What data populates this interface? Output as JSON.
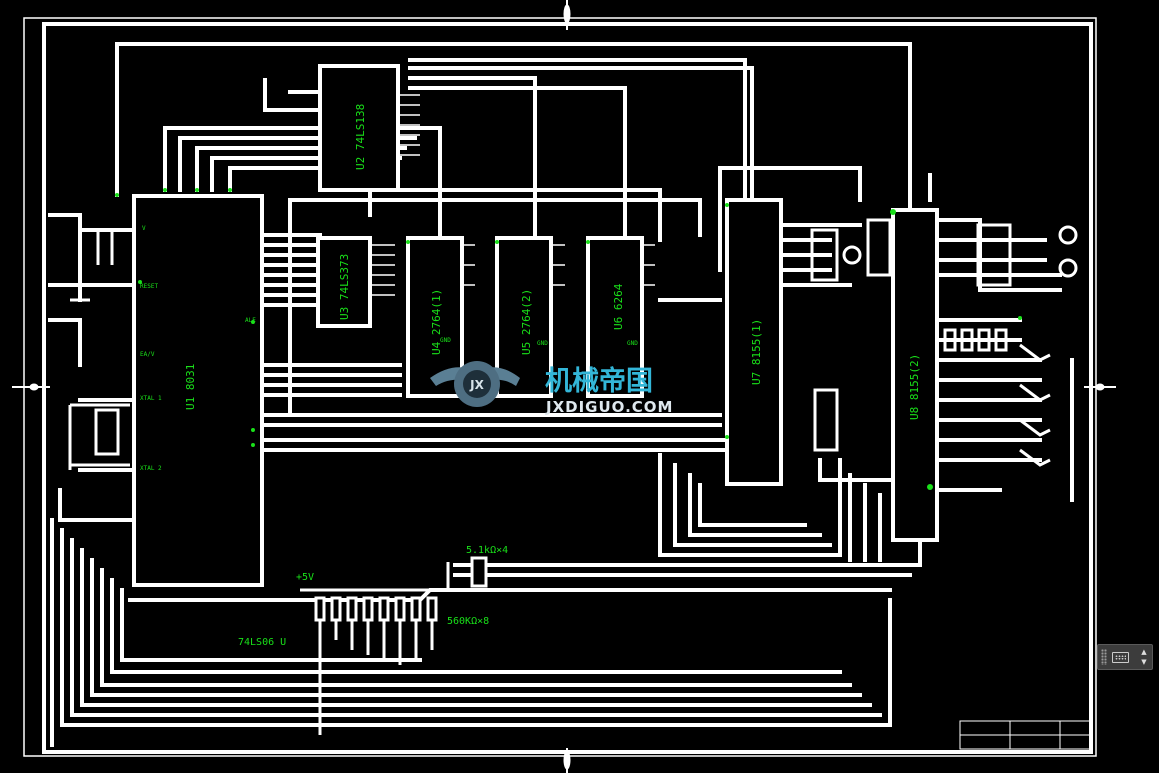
{
  "chips": {
    "u1": "U1 8031",
    "u2": "U2 74LS138",
    "u3": "U3 74LS373",
    "u4": "U4 2764(1)",
    "u5": "U5 2764(2)",
    "u6": "U6 6264",
    "u7": "U7 8155(1)",
    "u8": "U8 8155(2)"
  },
  "annotations": {
    "plus5v": "+5V",
    "res_4": "5.1kΩ×4",
    "res_8": "560KΩ×8",
    "inverter": "74LS06 U",
    "u1_ea": "EA/V",
    "u1_xtal1": "XTAL 1",
    "u1_xtal2": "XTAL 2",
    "u1_rst": "RESET",
    "u1_ale": "ALE",
    "gnd": "GND"
  },
  "watermark": {
    "cn": "机械帝国",
    "en": "JXDIGUO.COM",
    "badge": "JX"
  },
  "keyboard_button": {
    "arrow_up": "▲",
    "arrow_down": "▼"
  },
  "colors": {
    "background": "#000000",
    "wire": "#ffffff",
    "label": "#19e019",
    "watermark_cn": "#33b6d8"
  }
}
